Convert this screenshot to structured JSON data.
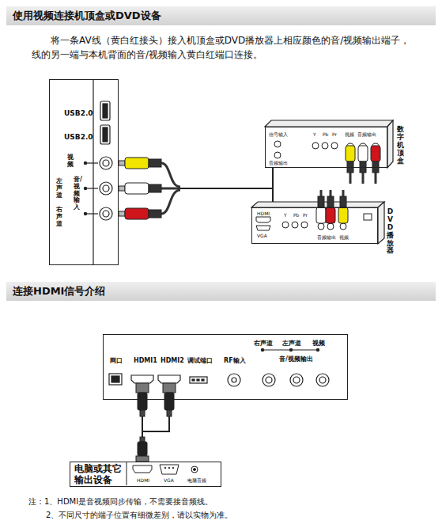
{
  "diagram": {
    "nodes": [
      {
        "text": [
          "USB2.0",
          "USB2.0",
          "视频",
          "左声道",
          "右声道",
          "音/视频输入"
        ]
      },
      {
        "text": [
          "数字机顶盒",
          "信号输入",
          "音频输出",
          "Y",
          "Pb",
          "Pr",
          "视频",
          "音频输出"
        ]
      },
      {
        "text": [
          "DVD播放器",
          "HDMI",
          "VGA",
          "Y",
          "Pb",
          "Pr",
          "音频输出",
          "视频"
        ]
      },
      {
        "text": [
          "网口",
          "HDMI1",
          "HDMI2",
          "调试端口",
          "RF输入",
          "右声道",
          "左声道",
          "视频",
          "音/视频输出"
        ]
      },
      {
        "text": [
          "电脑或其它输出设备",
          "HDMI",
          "VGA",
          "电脑音频"
        ]
      }
    ],
    "edges": [
      {
        "from": 0,
        "to": 1,
        "arrow": "none"
      },
      {
        "from": 0,
        "to": 2,
        "arrow": "none"
      },
      {
        "from": 4,
        "to": 3,
        "arrow": "none"
      }
    ],
    "labels": [
      "使用视频连接机顶盒或DVD设备",
      "将一条AV线（黄白红接头）接入机顶盒或DVD播放器上相应颜色的音/视频输出端子，线的另一端与本机背面的音/视频输入黄白红端口连接。",
      "连接HDMI信号介绍",
      "注：1、HDMI是音视频同步传输，不需要接音频线。",
      "2、不同尺寸的端子位置有细微差别，请以实物为准。"
    ]
  }
}
